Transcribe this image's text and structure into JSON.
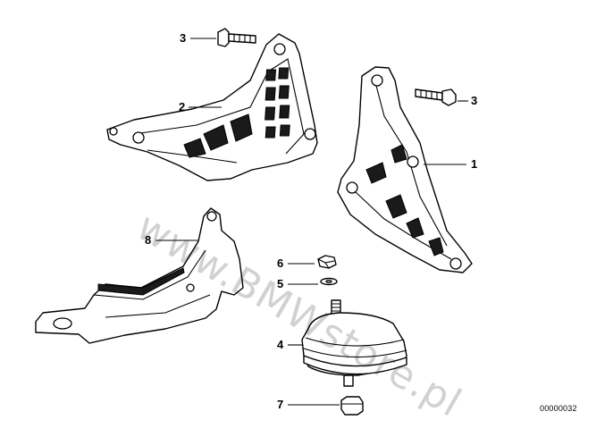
{
  "watermark": "www.BMWstore.pl",
  "document_number": "00000032",
  "callouts": [
    {
      "id": "c3a",
      "label": "3"
    },
    {
      "id": "c2",
      "label": "2"
    },
    {
      "id": "c3b",
      "label": "3"
    },
    {
      "id": "c1",
      "label": "1"
    },
    {
      "id": "c8",
      "label": "8"
    },
    {
      "id": "c6",
      "label": "6"
    },
    {
      "id": "c5",
      "label": "5"
    },
    {
      "id": "c4",
      "label": "4"
    },
    {
      "id": "c7",
      "label": "7"
    }
  ],
  "colors": {
    "line": "#000000",
    "background": "#ffffff",
    "watermark": "#bdbdbd"
  }
}
